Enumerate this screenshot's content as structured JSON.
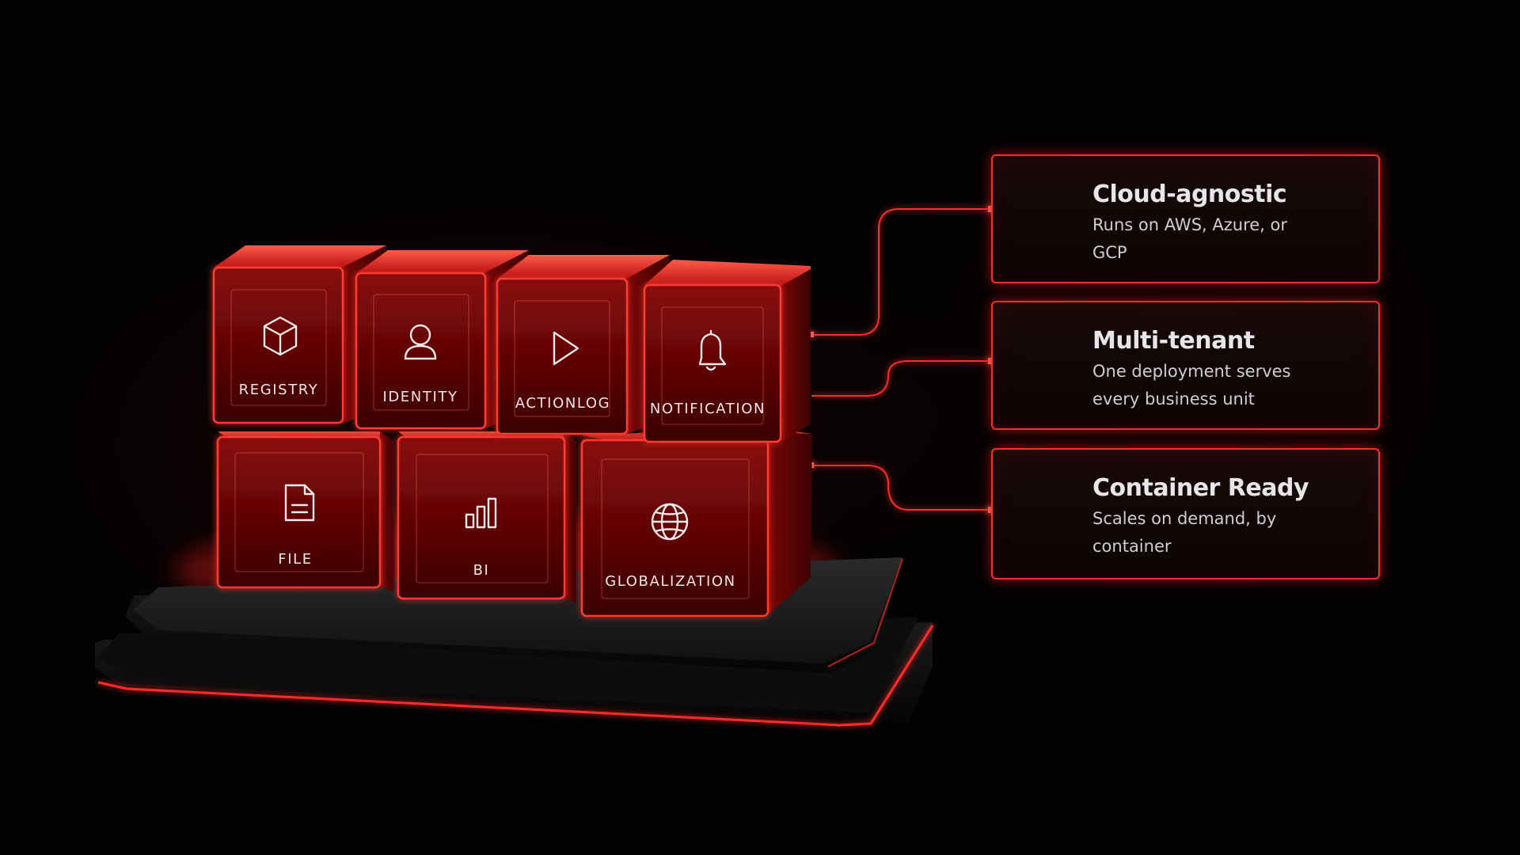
{
  "modules": [
    {
      "label": "REGISTRY",
      "icon": "cube-icon"
    },
    {
      "label": "IDENTITY",
      "icon": "user-icon"
    },
    {
      "label": "ACTIONLOG",
      "icon": "play-icon"
    },
    {
      "label": "NOTIFICATION",
      "icon": "bell-icon"
    },
    {
      "label": "FILE",
      "icon": "document-icon"
    },
    {
      "label": "BI",
      "icon": "bar-chart-icon"
    },
    {
      "label": "GLOBALIZATION",
      "icon": "globe-icon"
    }
  ],
  "features": [
    {
      "title": "Cloud-agnostic",
      "description": "Runs on AWS, Azure, or GCP"
    },
    {
      "title": "Multi-tenant",
      "description": "One deployment serves every business unit"
    },
    {
      "title": "Container Ready",
      "description": "Scales on demand, by container"
    }
  ],
  "colors": {
    "accent": "#ff2a2a",
    "cube_fill": "#5a0606",
    "background": "#020202",
    "text": "#e6e6e6"
  }
}
